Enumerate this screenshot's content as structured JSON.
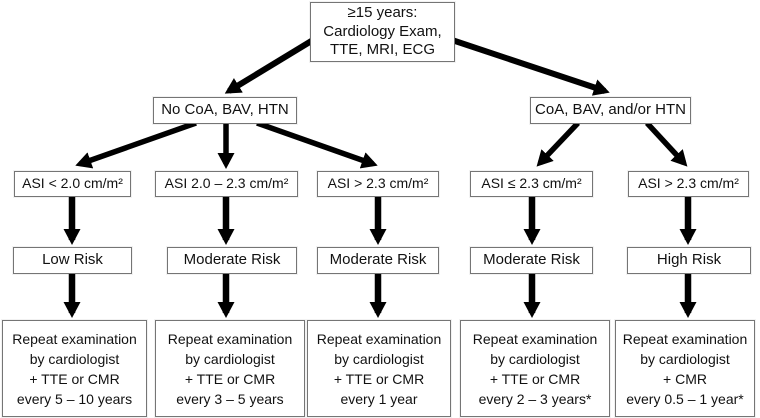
{
  "diagram": {
    "entry": {
      "label": "≥15 years:\nCardiology Exam,\nTTE, MRI, ECG"
    },
    "branches": [
      {
        "label": "No CoA, BAV, HTN"
      },
      {
        "label": "CoA, BAV, and/or HTN"
      }
    ],
    "asi_criteria": [
      {
        "label": "ASI < 2.0 cm/m²"
      },
      {
        "label": "ASI 2.0 – 2.3 cm/m²"
      },
      {
        "label": "ASI > 2.3 cm/m²"
      },
      {
        "label": "ASI ≤ 2.3 cm/m²"
      },
      {
        "label": "ASI > 2.3 cm/m²"
      }
    ],
    "risk_levels": [
      {
        "label": "Low Risk"
      },
      {
        "label": "Moderate Risk"
      },
      {
        "label": "Moderate Risk"
      },
      {
        "label": "Moderate Risk"
      },
      {
        "label": "High Risk"
      }
    ],
    "followups": [
      {
        "label": "Repeat examination\nby cardiologist\n+ TTE or CMR\nevery 5 – 10 years"
      },
      {
        "label": "Repeat examination\nby cardiologist\n+ TTE or CMR\nevery 3 – 5 years"
      },
      {
        "label": "Repeat examination\nby cardiologist\n+ TTE or CMR\nevery 1 year"
      },
      {
        "label": "Repeat examination\nby cardiologist\n+ TTE or CMR\nevery 2 – 3 years*"
      },
      {
        "label": "Repeat examination\nby cardiologist\n+ CMR\nevery 0.5 – 1 year*"
      }
    ],
    "colors": {
      "background": "#ffffff",
      "box_border": "#757575",
      "arrow": "#000000",
      "text": "#111111"
    }
  }
}
